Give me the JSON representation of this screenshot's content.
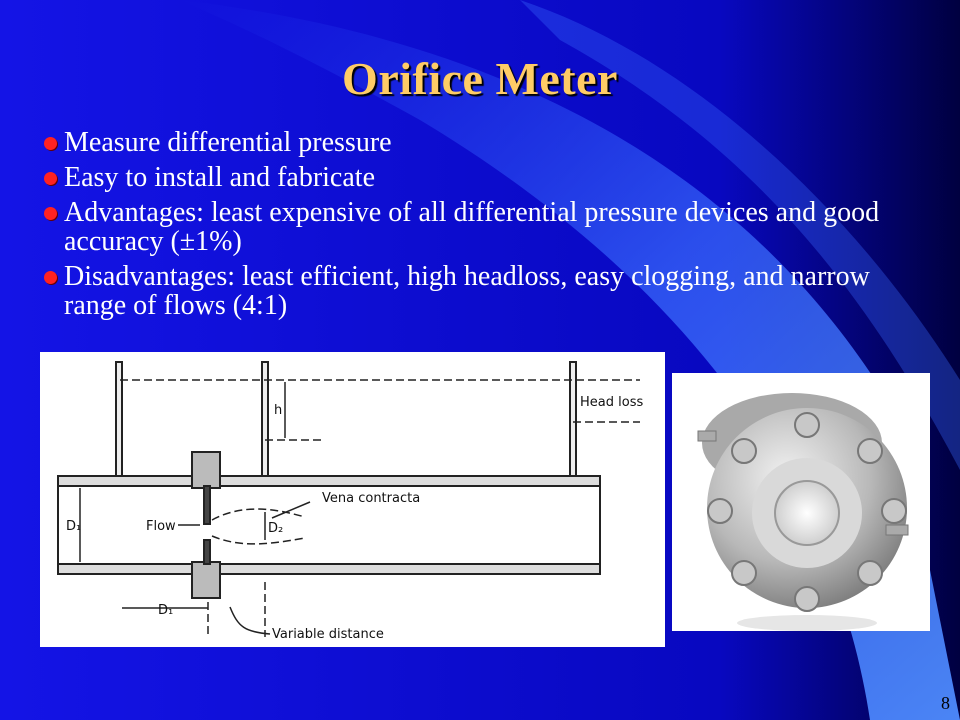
{
  "slide": {
    "title": "Orifice Meter",
    "bullets": [
      "Measure differential pressure",
      "Easy to install and fabricate",
      "Advantages: least expensive of all differential pressure devices and good accuracy (±1%)",
      "Disadvantages: least efficient, high headloss, easy clogging, and narrow range of flows (4:1)"
    ],
    "page_number": "8"
  },
  "diagram": {
    "labels": {
      "head_loss": "Head loss",
      "h": "h",
      "vena_contracta": "Vena contracta",
      "flow": "Flow",
      "d1": "D₁",
      "d2": "D₂",
      "d1_bottom": "D₁",
      "variable_distance": "Variable distance"
    }
  },
  "colors": {
    "background": "#0a0ad8",
    "title": "#ffcc66",
    "bullet_dot": "#ff2222",
    "text": "#ffffff"
  }
}
